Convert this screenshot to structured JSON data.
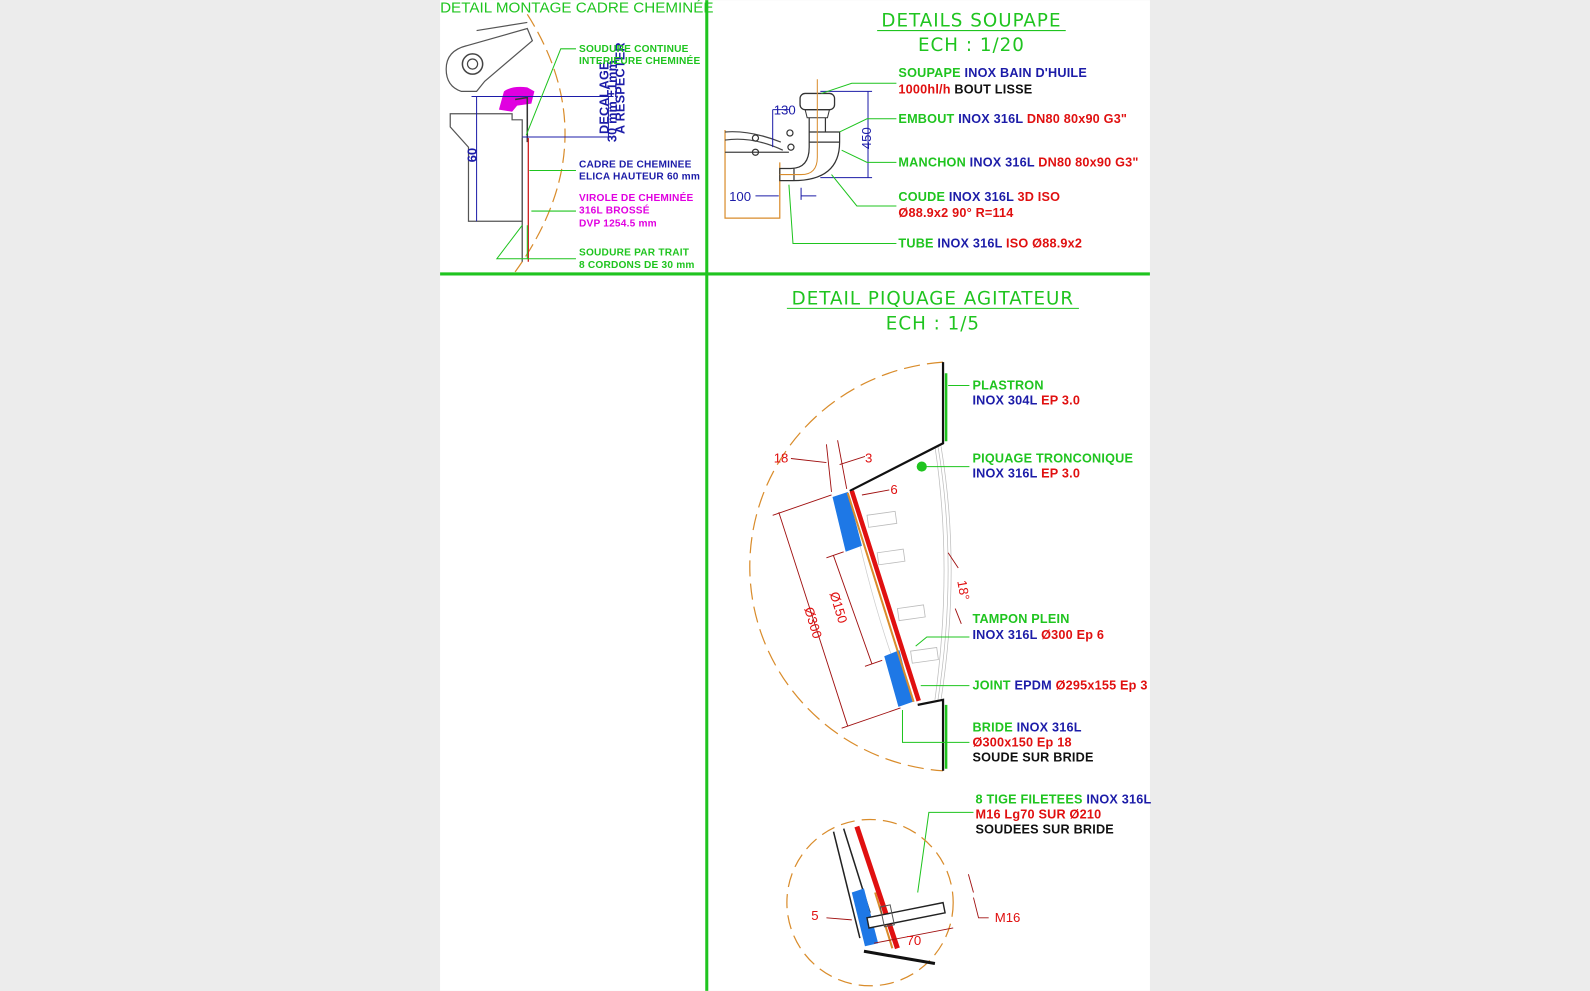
{
  "colors": {
    "g": "#1fc41f",
    "b": "#1c1ca8",
    "r": "#e01010",
    "k": "#111111",
    "m": "#e000e0",
    "orange": "#d98c2b",
    "blue_fill": "#1e78e6"
  },
  "titles": {
    "montage": "DETAIL MONTAGE CADRE CHEMINÉE",
    "soupape": "DETAILS SOUPAPE",
    "soupape_scale": "ECH : 1/20",
    "piquage": "DETAIL PIQUAGE AGITATEUR",
    "piquage_scale": "ECH : 1/5"
  },
  "labels": {
    "soudure_continue": [
      [
        [
          "SOUDURE CONTINUE",
          "g"
        ]
      ],
      [
        [
          "INTERIEURE CHEMINÉE",
          "g"
        ]
      ]
    ],
    "cadre": [
      [
        [
          "CADRE DE CHEMINEE",
          "b"
        ]
      ],
      [
        [
          "ELICA HAUTEUR 60 mm",
          "b"
        ]
      ]
    ],
    "virole": [
      [
        [
          "VIROLE DE CHEMINÉE",
          "m"
        ]
      ],
      [
        [
          "316L BROSSÉ",
          "m"
        ]
      ],
      [
        [
          "DVP 1254.5 mm",
          "m"
        ]
      ]
    ],
    "soudure_trait": [
      [
        [
          "SOUDURE PAR TRAIT",
          "g"
        ]
      ],
      [
        [
          "8 CORDONS DE 30 mm",
          "g"
        ]
      ]
    ],
    "soupape": [
      [
        [
          "SOUPAPE ",
          "g"
        ],
        [
          "INOX BAIN D'HUILE",
          "b"
        ]
      ],
      [
        [
          "1000hl/h ",
          "r"
        ],
        [
          "BOUT LISSE",
          "k"
        ]
      ]
    ],
    "embout": [
      [
        [
          "EMBOUT ",
          "g"
        ],
        [
          "INOX 316L ",
          "b"
        ],
        [
          "DN80 80x90 G3\"",
          "r"
        ]
      ]
    ],
    "manchon": [
      [
        [
          "MANCHON ",
          "g"
        ],
        [
          "INOX 316L ",
          "b"
        ],
        [
          "DN80 80x90 G3\"",
          "r"
        ]
      ]
    ],
    "coude": [
      [
        [
          "COUDE ",
          "g"
        ],
        [
          "INOX 316L ",
          "b"
        ],
        [
          "3D ISO",
          "r"
        ]
      ],
      [
        [
          "Ø88.9x2 90° R=114",
          "r"
        ]
      ]
    ],
    "tube": [
      [
        [
          "TUBE ",
          "g"
        ],
        [
          "INOX 316L ",
          "b"
        ],
        [
          "ISO Ø88.9x2",
          "r"
        ]
      ]
    ],
    "plastron": [
      [
        [
          "PLASTRON",
          "g"
        ]
      ],
      [
        [
          "INOX 304L ",
          "b"
        ],
        [
          "EP 3.0",
          "r"
        ]
      ]
    ],
    "piquage": [
      [
        [
          "PIQUAGE TRONCONIQUE",
          "g"
        ]
      ],
      [
        [
          "INOX 316L ",
          "b"
        ],
        [
          "EP 3.0",
          "r"
        ]
      ]
    ],
    "tampon": [
      [
        [
          "TAMPON PLEIN",
          "g"
        ]
      ],
      [
        [
          "INOX 316L ",
          "b"
        ],
        [
          "Ø300 Ep 6",
          "r"
        ]
      ]
    ],
    "joint": [
      [
        [
          "JOINT ",
          "g"
        ],
        [
          "EPDM ",
          "b"
        ],
        [
          "Ø295x155 Ep 3",
          "r"
        ]
      ]
    ],
    "bride": [
      [
        [
          "BRIDE ",
          "g"
        ],
        [
          "INOX 316L",
          "b"
        ]
      ],
      [
        [
          "Ø300x150 Ep 18",
          "r"
        ]
      ],
      [
        [
          "SOUDE SUR BRIDE",
          "k"
        ]
      ]
    ],
    "tige": [
      [
        [
          "8 TIGE FILETEES ",
          "g"
        ],
        [
          "INOX 316L",
          "b"
        ]
      ],
      [
        [
          "M16 Lg70 SUR Ø210",
          "r"
        ]
      ],
      [
        [
          "SOUDEES SUR BRIDE",
          "k"
        ]
      ]
    ]
  },
  "dimensions": {
    "montage_60": "60",
    "decalage": [
      "DECALAGE",
      "30 mm ±1mm",
      "A RESPECTER"
    ],
    "d130": "130",
    "d450": "450",
    "d100": "100",
    "d18": "18",
    "d3": "3",
    "d6": "6",
    "d150": "Ø150",
    "d300": "Ø300",
    "a18": "18°",
    "d5": "5",
    "d70": "70",
    "m16": "M16"
  }
}
